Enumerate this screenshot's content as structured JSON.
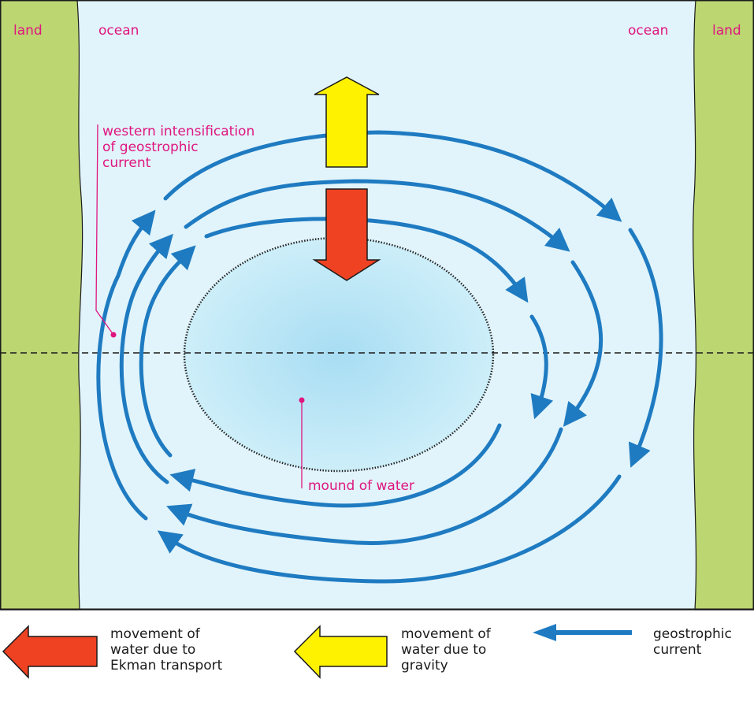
{
  "labels": {
    "land_left": "land",
    "ocean_left": "ocean",
    "ocean_right": "ocean",
    "land_right": "land",
    "western_intensification": "western intensification\nof geostrophic\ncurrent",
    "mound_of_water": "mound of water"
  },
  "legend": {
    "ekman": "movement of\nwater due to\nEkman transport",
    "gravity": "movement of\nwater due to\ngravity",
    "geostrophic": "geostrophic\ncurrent"
  },
  "colors": {
    "land": "#bcd672",
    "ocean": "#e1f4fb",
    "current": "#1f7bc1",
    "ekman_arrow": "#ee4223",
    "gravity_arrow": "#fff200",
    "label": "#e0157f",
    "mound_center": "#aee0f5",
    "mound_edge": "#c8ebf9"
  },
  "icons": {
    "ekman": "red-down-arrow-icon",
    "gravity": "yellow-up-arrow-icon",
    "current": "blue-arrow-icon"
  }
}
